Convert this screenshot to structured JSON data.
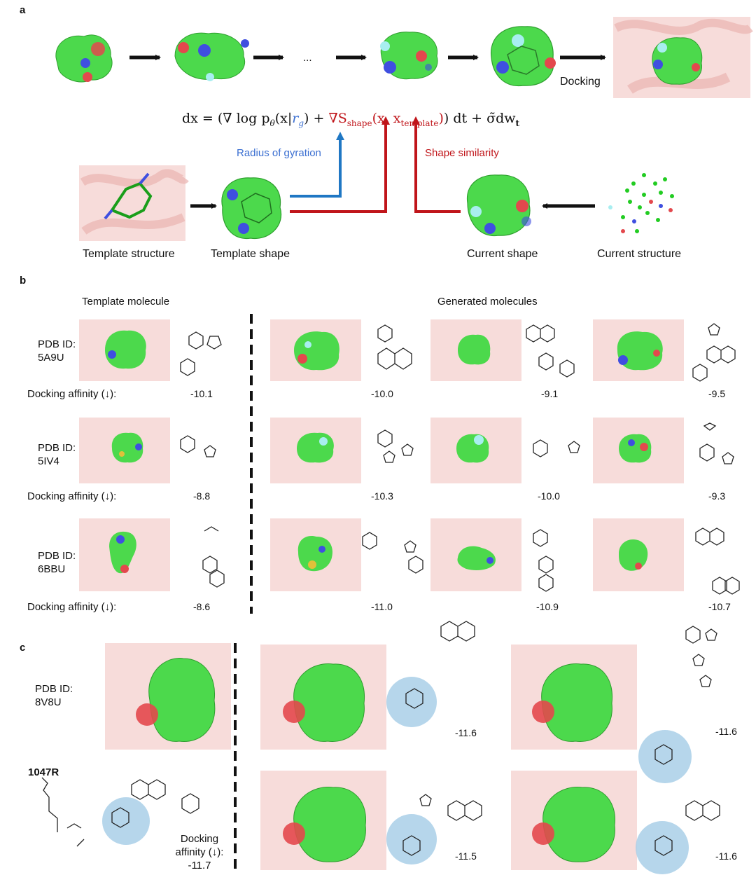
{
  "panels": {
    "a": "a",
    "b": "b",
    "c": "c"
  },
  "panel_a": {
    "ellipsis": "...",
    "docking": "Docking",
    "radius_label": "Radius of gyration",
    "shape_label": "Shape similarity",
    "template_structure": "Template structure",
    "template_shape": "Template shape",
    "current_shape": "Current shape",
    "current_structure": "Current structure",
    "equation": {
      "lhs": "dx = ",
      "grad_log": "(∇ log p",
      "theta": "θ",
      "x_given": "(x|",
      "rg": "r",
      "rg_sub": "g",
      "close1": ")",
      "plus": " + ",
      "grad_s": "∇S",
      "shape_sub": "shape",
      "args_open": "(x, x",
      "template_sub": "template",
      "args_close": ")",
      "close2": ")",
      "tail": " dt + σ̃dw",
      "t_sub": "t"
    }
  },
  "panel_b": {
    "template_header": "Template molecule",
    "generated_header": "Generated molecules",
    "rows": [
      {
        "pdb_line1": "PDB ID:",
        "pdb_line2": "5A9U",
        "affinity_label": "Docking affinity (↓):",
        "template_value": "-10.1",
        "generated": [
          "-10.0",
          "-9.1",
          "-9.5"
        ]
      },
      {
        "pdb_line1": "PDB ID:",
        "pdb_line2": "5IV4",
        "affinity_label": "Docking affinity (↓):",
        "template_value": "-8.8",
        "generated": [
          "-10.3",
          "-10.0",
          "-9.3"
        ]
      },
      {
        "pdb_line1": "PDB ID:",
        "pdb_line2": "6BBU",
        "affinity_label": "Docking affinity (↓):",
        "template_value": "-8.6",
        "generated": [
          "-11.0",
          "-10.9",
          "-10.7"
        ]
      }
    ]
  },
  "panel_c": {
    "pdb_line1": "PDB ID:",
    "pdb_line2": "8V8U",
    "compound": "1047R",
    "affinity_line1": "Docking",
    "affinity_line2": "affinity (↓):",
    "affinity_value": "-11.7",
    "generated": [
      "-11.6",
      "-11.6",
      "-11.5",
      "-11.6"
    ]
  },
  "colors": {
    "protein": "#f2c4c1",
    "surface": "#4cd94c",
    "oxygen": "#e3484d",
    "nitrogen": "#3f4fe0",
    "fluorine": "#a8eef0",
    "arrow_blue": "#1f77c4",
    "arrow_red": "#c0151a",
    "highlight": "#a9cfe8"
  }
}
